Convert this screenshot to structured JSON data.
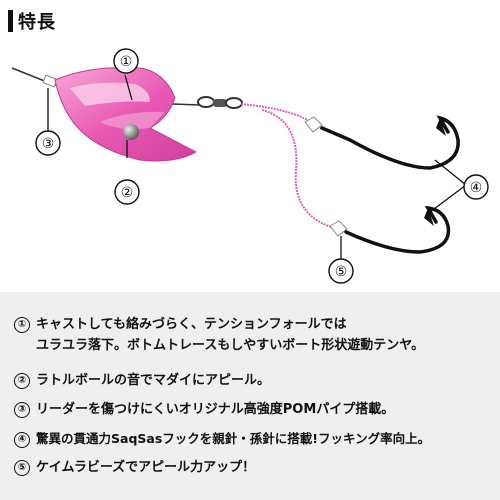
{
  "header": {
    "title": "特長"
  },
  "diagram": {
    "callouts": [
      "①",
      "②",
      "③",
      "④",
      "⑤"
    ],
    "colors": {
      "head": "#e85ab4",
      "head_light": "#f7a8d8",
      "line": "#333333",
      "hook": "#111111",
      "assist": "#e25fb8",
      "bead": "#888888"
    }
  },
  "features": [
    {
      "num": "①",
      "line1": "キャストしても絡みづらく、テンションフォールでは",
      "line2": "ユラユラ落下。ボトムトレースもしやすいボート形状遊動テンヤ。"
    },
    {
      "num": "②",
      "line1": "ラトルボールの音でマダイにアピール。",
      "line2": ""
    },
    {
      "num": "③",
      "line1": "リーダーを傷つけにくいオリジナル高強度POMパイプ搭載。",
      "line2": ""
    },
    {
      "num": "④",
      "line1": "驚異の貫通力SaqSasフックを親針・孫針に搭載!フッキング率向上。",
      "line2": ""
    },
    {
      "num": "⑤",
      "line1": "ケイムラビーズでアピール力アップ！",
      "line2": ""
    }
  ]
}
